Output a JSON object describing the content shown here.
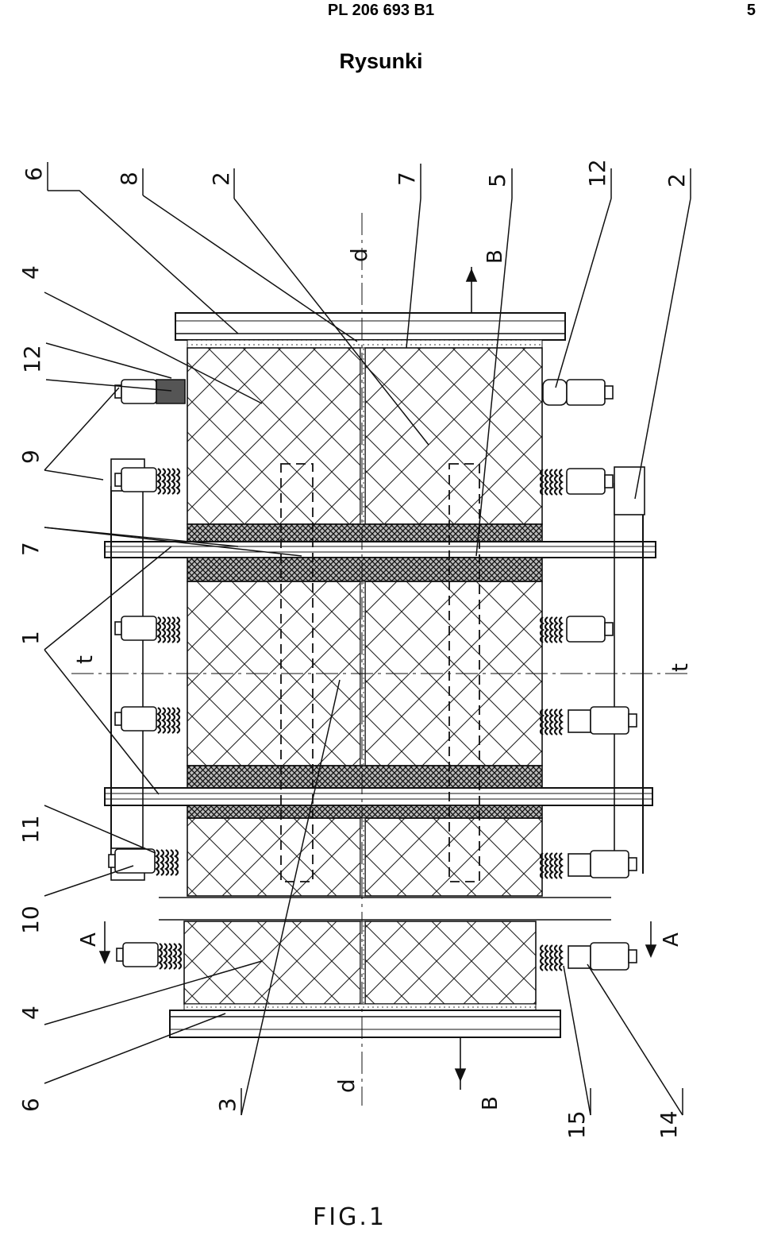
{
  "header": {
    "publication": "PL 206 693 B1",
    "page_number": "5",
    "title": "Rysunki"
  },
  "figure": {
    "caption": "FIG.1",
    "reference_numerals": {
      "n6_top": "6",
      "n8": "8",
      "n2_top": "2",
      "n7_top": "7",
      "n5": "5",
      "n12_right": "12",
      "n2_right": "2",
      "n4_top": "4",
      "n12_left": "12",
      "n9": "9",
      "n7_left": "7",
      "n1": "1",
      "n11": "11",
      "n10": "10",
      "n4_bottom": "4",
      "n6_bottom": "6",
      "n3": "3",
      "n15": "15",
      "n14": "14"
    },
    "axis_marks": {
      "d_top": "d",
      "d_bottom": "d",
      "t_left": "t",
      "t_right": "t"
    },
    "section_marks": {
      "A_left": "A",
      "A_right": "A",
      "B_top": "B",
      "B_bottom": "B"
    }
  },
  "colors": {
    "ink": "#111111",
    "paper": "#ffffff"
  }
}
